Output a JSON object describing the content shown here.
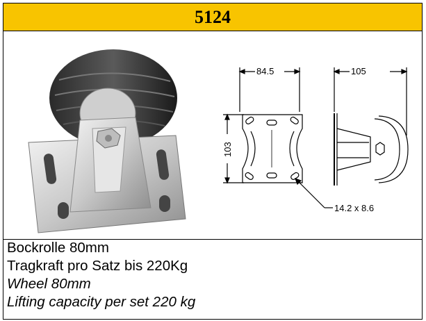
{
  "header": {
    "code": "5124"
  },
  "drawing": {
    "width_label": "84.5",
    "height_label": "103",
    "depth_label": "105",
    "hole_label": "14.2 x 8.6"
  },
  "description": {
    "de_line1": "Bockrolle 80mm",
    "de_line2": "Tragkraft pro Satz bis 220Kg",
    "en_line1": "Wheel 80mm",
    "en_line2": "Lifting capacity per set 220 kg"
  },
  "colors": {
    "header_bg": "#f8c400"
  }
}
